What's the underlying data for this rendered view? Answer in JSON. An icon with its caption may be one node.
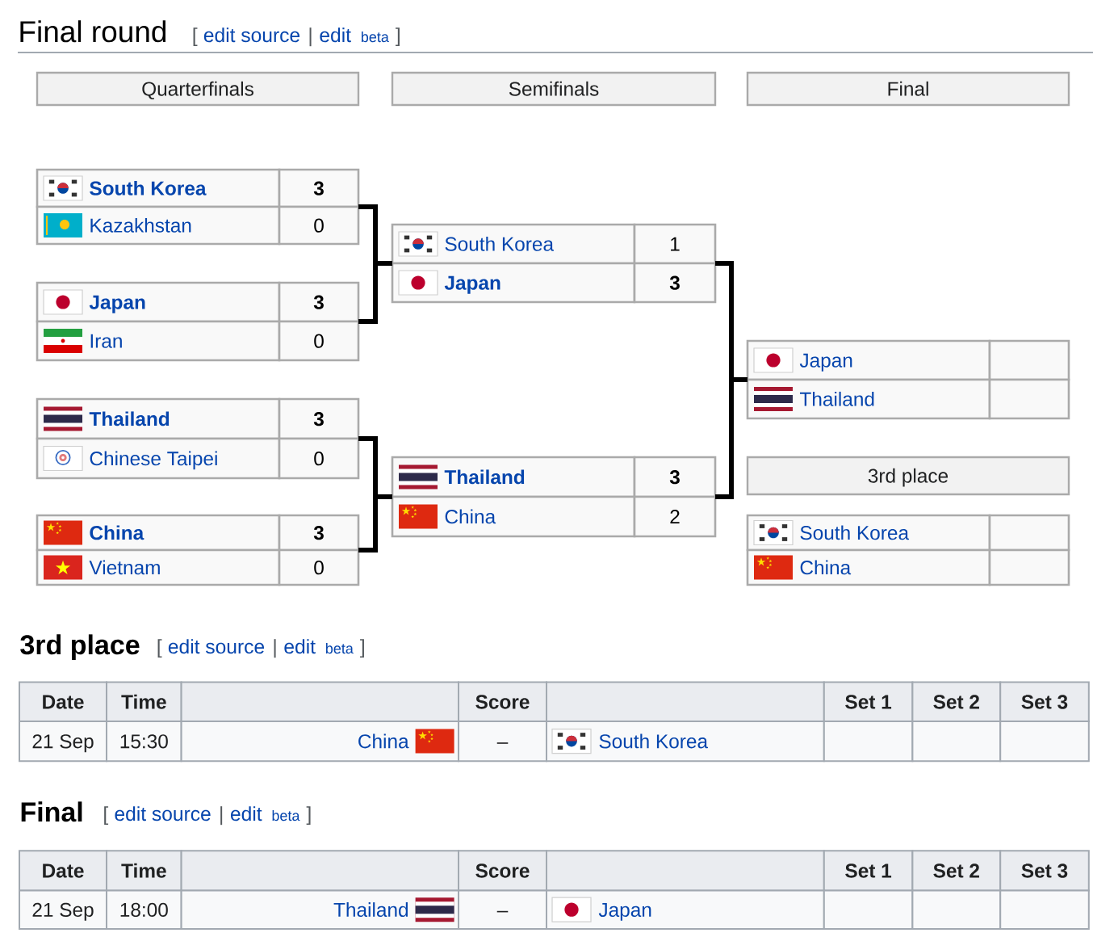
{
  "diagram": {
    "title": "Final round",
    "nodes": [
      {
        "text": [
          "Quarterfinals"
        ]
      },
      {
        "text": [
          "Semifinals"
        ]
      },
      {
        "text": [
          "Final"
        ]
      },
      {
        "text": [
          "South Korea",
          "3",
          "Kazakhstan",
          "0"
        ]
      },
      {
        "text": [
          "Japan",
          "3",
          "Iran",
          "0"
        ]
      },
      {
        "text": [
          "Thailand",
          "3",
          "Chinese Taipei",
          "0"
        ]
      },
      {
        "text": [
          "China",
          "3",
          "Vietnam",
          "0"
        ]
      },
      {
        "text": [
          "South Korea",
          "1",
          "Japan",
          "3"
        ]
      },
      {
        "text": [
          "Thailand",
          "3",
          "China",
          "2"
        ]
      },
      {
        "text": [
          "Japan",
          "Thailand"
        ]
      },
      {
        "text": [
          "3rd place"
        ]
      },
      {
        "text": [
          "South Korea",
          "China"
        ]
      }
    ],
    "edges": [
      {
        "from": 3,
        "to": 7,
        "arrow": "none"
      },
      {
        "from": 4,
        "to": 7,
        "arrow": "none"
      },
      {
        "from": 5,
        "to": 8,
        "arrow": "none"
      },
      {
        "from": 6,
        "to": 8,
        "arrow": "none"
      },
      {
        "from": 7,
        "to": 9,
        "arrow": "none"
      },
      {
        "from": 8,
        "to": 9,
        "arrow": "none"
      }
    ],
    "labels": [
      "[",
      "edit source",
      "|",
      "edit",
      "beta",
      "]",
      "3rd place",
      "[",
      "edit source",
      "|",
      "edit",
      "beta",
      "]",
      "Date",
      "Time",
      "Score",
      "Set 1",
      "Set 2",
      "Set 3",
      "21 Sep",
      "15:30",
      "China",
      "–",
      "South Korea",
      "Final",
      "[",
      "edit source",
      "|",
      "edit",
      "beta",
      "]",
      "Date",
      "Time",
      "Score",
      "Set 1",
      "Set 2",
      "Set 3",
      "21 Sep",
      "18:00",
      "Thailand",
      "–",
      "Japan"
    ]
  }
}
